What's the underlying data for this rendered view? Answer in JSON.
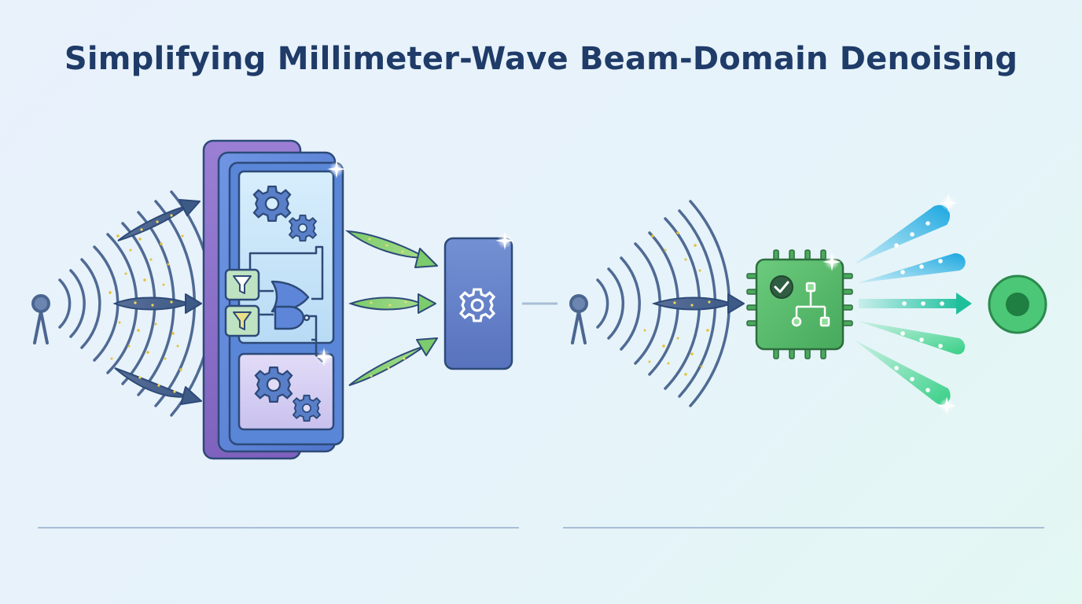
{
  "title": "Simplifying Millimeter-Wave Beam-Domain Denoising",
  "colors": {
    "title": "#1f3b68",
    "outline": "#2d4a78",
    "wave": "#4a6690",
    "noise": "#e3c23a",
    "stack_purple": "#8e72c9",
    "stack_blue": "#5d86d9",
    "panel_blue": "#c7e4f8",
    "panel_lavender": "#d6d0f3",
    "beam_green": "#8bd27a",
    "module_blue": "#6580c7",
    "chip_green": "#5bbd6f",
    "beam_cyan": "#2ab6e6",
    "beam_teal": "#22c7a5",
    "target_green": "#2fa55a"
  },
  "left_scenario": {
    "antenna_icon": "antenna-icon",
    "noisy_beams": 3,
    "stack_icons": [
      "gear-icon",
      "gear-icon",
      "filter-icon",
      "filter-icon",
      "logic-gate-icon",
      "gear-icon",
      "gear-icon"
    ],
    "filtered_beams": 3,
    "module_icon": "gear-icon"
  },
  "right_scenario": {
    "antenna_icon": "antenna-icon",
    "noisy_beams": 1,
    "chip_icons": [
      "check-icon",
      "tree-icon"
    ],
    "output_beams": 5,
    "target_icon": "target-icon"
  }
}
